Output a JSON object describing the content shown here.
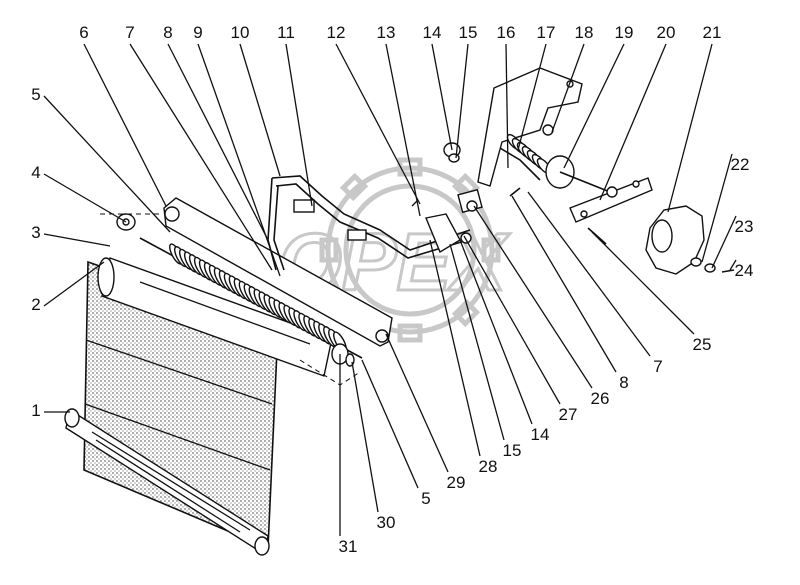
{
  "watermark": {
    "text": "OPEX"
  },
  "callouts": [
    "6",
    "7",
    "8",
    "9",
    "10",
    "11",
    "12",
    "13",
    "14",
    "15",
    "16",
    "17",
    "18",
    "19",
    "20",
    "21",
    "5",
    "4",
    "3",
    "2",
    "1",
    "22",
    "23",
    "24",
    "25",
    "7",
    "8",
    "26",
    "27",
    "14",
    "15",
    "28",
    "29",
    "5",
    "30",
    "31"
  ],
  "colors": {
    "line": "#111111",
    "watermark": "#c8c8c8",
    "mesh": "#cfcfcf"
  }
}
